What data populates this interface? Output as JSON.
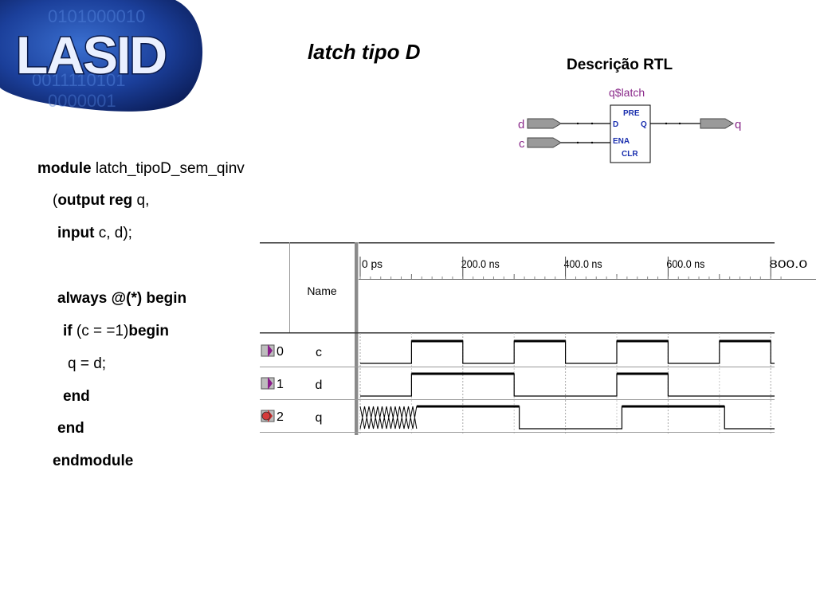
{
  "logo": {
    "text": "LASID",
    "bg_bits": [
      "0101000010",
      "0011110101",
      "0000001"
    ]
  },
  "title": "latch tipo D",
  "rtl": {
    "label": "Descrição RTL",
    "instance": "q$latch",
    "inputs": [
      "d",
      "c"
    ],
    "output": "q",
    "ports": {
      "pre": "PRE",
      "d": "D",
      "q": "Q",
      "ena": "ENA",
      "clr": "CLR"
    }
  },
  "code": [
    [
      {
        "t": "module",
        "b": true
      },
      {
        "t": " latch_tipoD_sem_qinv",
        "b": false
      }
    ],
    [
      {
        "t": "(",
        "b": false
      },
      {
        "t": "output reg",
        "b": true
      },
      {
        "t": " q,",
        "b": false
      }
    ],
    [
      {
        "t": "input",
        "b": true
      },
      {
        "t": " c, d);",
        "b": false
      }
    ],
    [],
    [
      {
        "t": "always @(*) begin",
        "b": true
      }
    ],
    [
      {
        "t": "if",
        "b": true
      },
      {
        "t": " (c = =1)",
        "b": false
      },
      {
        "t": "begin",
        "b": true
      }
    ],
    [
      {
        "t": "q = d;",
        "b": false
      }
    ],
    [
      {
        "t": "end",
        "b": true
      }
    ],
    [
      {
        "t": "end",
        "b": true
      }
    ],
    [
      {
        "t": "endmodule",
        "b": true
      }
    ]
  ],
  "waveform": {
    "name_header": "Name",
    "time_labels": [
      "0 ps",
      "200.0 ns",
      "400.0 ns",
      "600.0 ns",
      "800.0"
    ],
    "time_values_ns": [
      0,
      200,
      400,
      600,
      800
    ],
    "signals": [
      {
        "index": "0",
        "name": "c",
        "icon": "input-pin-icon",
        "transitions_ns": [
          [
            0,
            0
          ],
          [
            100,
            1
          ],
          [
            200,
            0
          ],
          [
            300,
            1
          ],
          [
            400,
            0
          ],
          [
            500,
            1
          ],
          [
            600,
            0
          ],
          [
            700,
            1
          ],
          [
            800,
            0
          ]
        ]
      },
      {
        "index": "1",
        "name": "d",
        "icon": "input-pin-icon",
        "transitions_ns": [
          [
            0,
            0
          ],
          [
            100,
            1
          ],
          [
            300,
            0
          ],
          [
            500,
            1
          ],
          [
            600,
            0
          ]
        ]
      },
      {
        "index": "2",
        "name": "q",
        "icon": "output-pin-icon",
        "undefined_until_ns": 110,
        "transitions_ns": [
          [
            110,
            1
          ],
          [
            310,
            0
          ],
          [
            510,
            1
          ],
          [
            710,
            0
          ]
        ]
      }
    ]
  }
}
